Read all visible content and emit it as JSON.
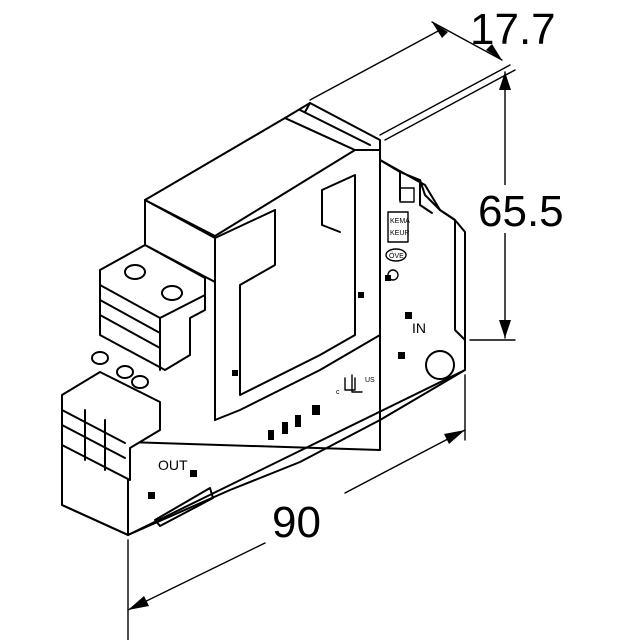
{
  "dimensions": {
    "depth": "17.7",
    "height": "65.5",
    "width": "90"
  },
  "terminal_labels": {
    "output": "OUT",
    "input": "IN"
  },
  "marks": {
    "kema": "KEMA",
    "kema_sub": "KEUR",
    "ove": "ÖVE",
    "ul_prefix": "c",
    "ul_suffix": "US"
  }
}
